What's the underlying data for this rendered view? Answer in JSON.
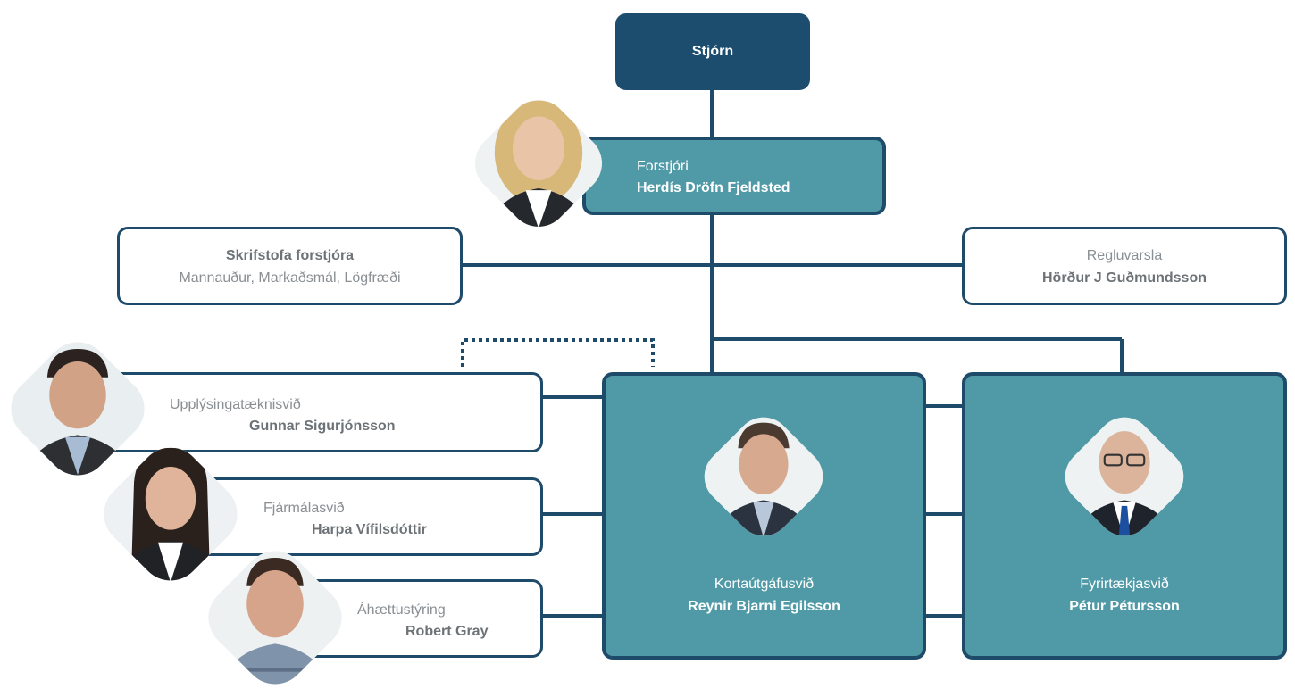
{
  "board": {
    "title": "Stjórn"
  },
  "ceo": {
    "role": "Forstjóri",
    "name": "Herdís Dröfn Fjeldsted"
  },
  "ceo_office": {
    "title": "Skrifstofa forstjóra",
    "subtitle": "Mannauður, Markaðsmál, Lögfræði"
  },
  "compliance": {
    "role": "Regluvarsla",
    "name": "Hörður J Guðmundsson"
  },
  "it": {
    "role": "Upplýsingatæknisvið",
    "name": "Gunnar Sigurjónsson"
  },
  "finance": {
    "role": "Fjármálasvið",
    "name": "Harpa Vífilsdóttir"
  },
  "risk": {
    "role": "Áhættustýring",
    "name": "Robert Gray"
  },
  "cards": {
    "role": "Kortaútgáfusvið",
    "name": "Reynir Bjarni Egilsson"
  },
  "corporate": {
    "role": "Fyrirtækjasvið",
    "name": "Pétur Pétursson"
  },
  "colors": {
    "navy": "#1d4d6e",
    "teal": "#4f9aa6",
    "line": "#1f4b6b",
    "grey_text": "#8a8f93"
  }
}
